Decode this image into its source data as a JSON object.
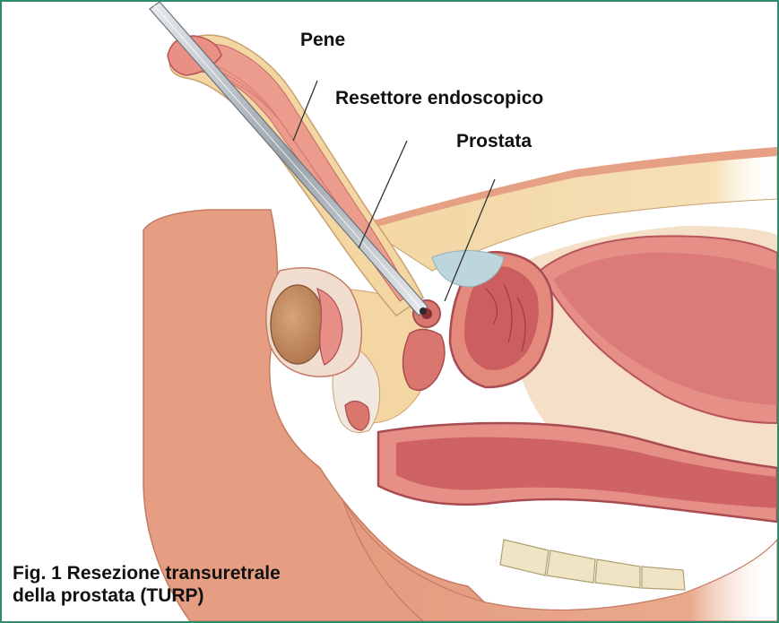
{
  "labels": {
    "penis": "Pene",
    "resectoscope": "Resettore endoscopico",
    "prostate": "Prostata"
  },
  "caption": {
    "line1": "Fig. 1 Resezione transuretrale",
    "line2": "della prostata (TURP)"
  },
  "colors": {
    "frame": "#2e8b6f",
    "skin": "#e9a486",
    "fat": "#f3d8a6",
    "muscle": "#d9776f",
    "mucosa": "#c9565a",
    "instrument": "#b9c0c6",
    "bladder_fill": "#b8d6de"
  }
}
